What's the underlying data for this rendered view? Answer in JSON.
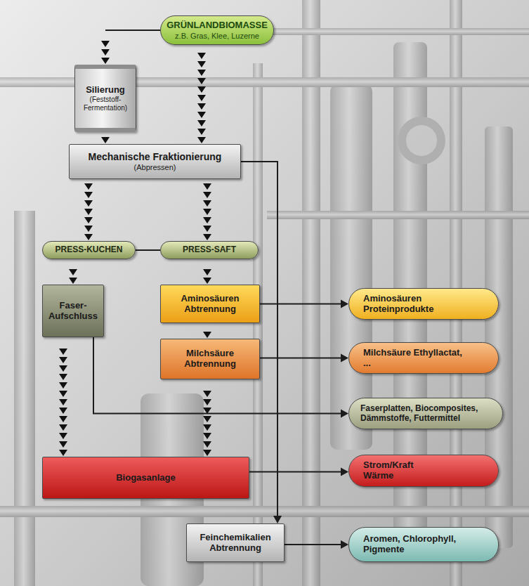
{
  "diagram": {
    "nodes": [
      {
        "text": [
          "GRÜNLANDBIOMASSE",
          "z.B. Gras, Klee, Luzerne"
        ]
      },
      {
        "text": [
          "Silierung",
          "(Feststoff-Fermentation)"
        ]
      },
      {
        "text": [
          "Mechanische Fraktionierung",
          "(Abpressen)"
        ]
      },
      {
        "text": [
          "PRESS-KUCHEN"
        ]
      },
      {
        "text": [
          "PRESS-SAFT"
        ]
      },
      {
        "text": [
          "Faser- Aufschluss"
        ]
      },
      {
        "text": [
          "Aminosäuren Abtrennung"
        ]
      },
      {
        "text": [
          "Aminosäuren Proteinprodukte"
        ]
      },
      {
        "text": [
          "Milchsäure Abtrennung"
        ]
      },
      {
        "text": [
          "Milchsäure Ethyllactat, ..."
        ]
      },
      {
        "text": [
          "Faserplatten, Biocomposites, Dämmstoffe, Futtermittel"
        ]
      },
      {
        "text": [
          "Biogasanlage"
        ]
      },
      {
        "text": [
          "Strom/Kraft Wärme"
        ]
      },
      {
        "text": [
          "Feinchemikalien Abtrennung"
        ]
      },
      {
        "text": [
          "Aromen, Chlorophyll, Pigmente"
        ]
      }
    ],
    "edges": [
      {
        "from": 0,
        "to": 1,
        "arrow": "to"
      },
      {
        "from": 0,
        "to": 2,
        "arrow": "to"
      },
      {
        "from": 1,
        "to": 2,
        "arrow": "to"
      },
      {
        "from": 2,
        "to": 3,
        "arrow": "to"
      },
      {
        "from": 2,
        "to": 4,
        "arrow": "to"
      },
      {
        "from": 3,
        "to": 4,
        "arrow": "none"
      },
      {
        "from": 3,
        "to": 5,
        "arrow": "to"
      },
      {
        "from": 4,
        "to": 6,
        "arrow": "to"
      },
      {
        "from": 6,
        "to": 7,
        "arrow": "to"
      },
      {
        "from": 6,
        "to": 8,
        "arrow": "to"
      },
      {
        "from": 8,
        "to": 9,
        "arrow": "to"
      },
      {
        "from": 5,
        "to": 10,
        "arrow": "to"
      },
      {
        "from": 5,
        "to": 11,
        "arrow": "to"
      },
      {
        "from": 8,
        "to": 11,
        "arrow": "to"
      },
      {
        "from": 11,
        "to": 12,
        "arrow": "to"
      },
      {
        "from": 2,
        "to": 13,
        "arrow": "to"
      },
      {
        "from": 13,
        "to": 14,
        "arrow": "to"
      }
    ]
  }
}
